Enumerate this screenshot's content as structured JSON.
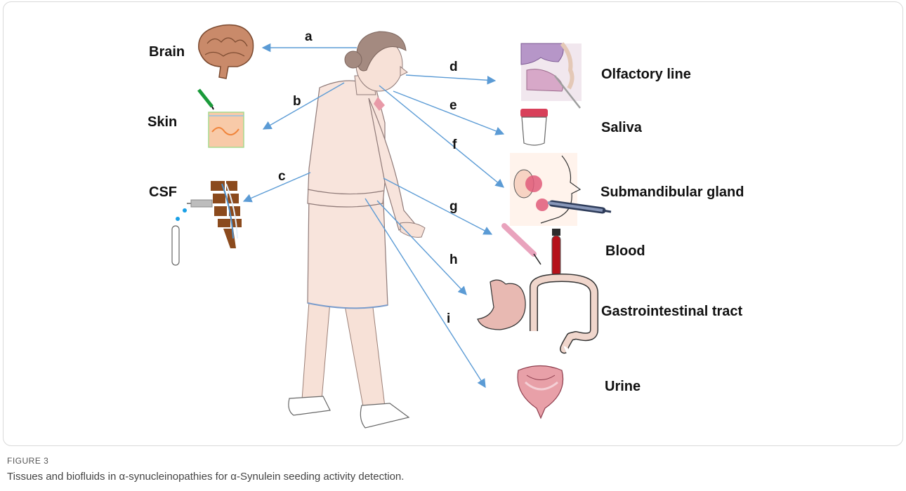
{
  "figure": {
    "label": "FIGURE 3",
    "caption": "Tissues and biofluids in α-synucleinopathies for α-Synulein seeding activity detection."
  },
  "samples": {
    "brain": "Brain",
    "skin": "Skin",
    "csf": "CSF",
    "olfactory": "Olfactory line",
    "saliva": "Saliva",
    "submandibular": "Submandibular gland",
    "blood": "Blood",
    "gi": "Gastrointestinal tract",
    "urine": "Urine"
  },
  "arrow_letters": {
    "a": "a",
    "b": "b",
    "c": "c",
    "d": "d",
    "e": "e",
    "f": "f",
    "g": "g",
    "h": "h",
    "i": "i"
  },
  "colors": {
    "arrow": "#5b9bd5",
    "skin_tone": "#f7e1d7",
    "hair": "#a48a80",
    "brain": "#c98a6a",
    "vertebra": "#8b4a1d",
    "blood": "#b5121b",
    "stomach": "#e8b9b2"
  }
}
